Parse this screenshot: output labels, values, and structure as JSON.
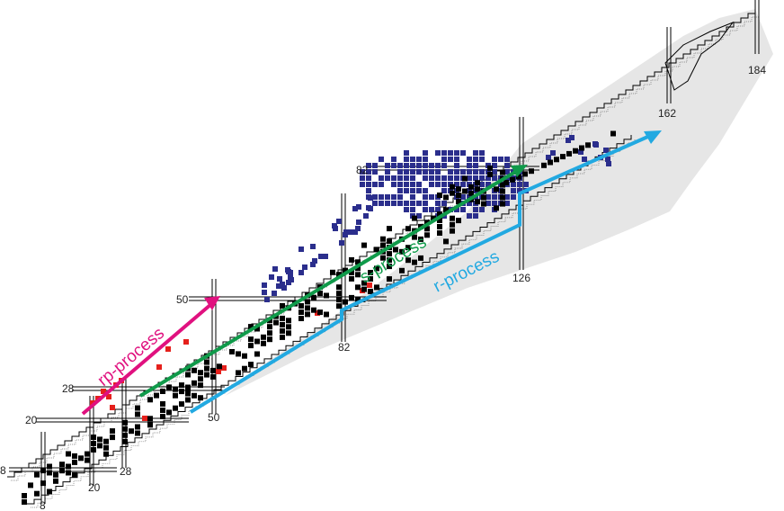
{
  "magic_numbers": {
    "proton": [
      "8",
      "20",
      "28",
      "50",
      "82"
    ],
    "neutron": [
      "8",
      "20",
      "28",
      "50",
      "82",
      "126",
      "162",
      "184"
    ]
  },
  "processes": [
    {
      "label": "rp-process",
      "color": "#e0117f"
    },
    {
      "label": "s-process",
      "color": "#109a4a"
    },
    {
      "label": "r-process",
      "color": "#22a9e1"
    }
  ],
  "colors": {
    "stable": "#000000",
    "blue_region": "#2b2e8c",
    "red_region": "#e5201c",
    "predicted_region": "#e6e6e6",
    "outline": "#000000"
  }
}
